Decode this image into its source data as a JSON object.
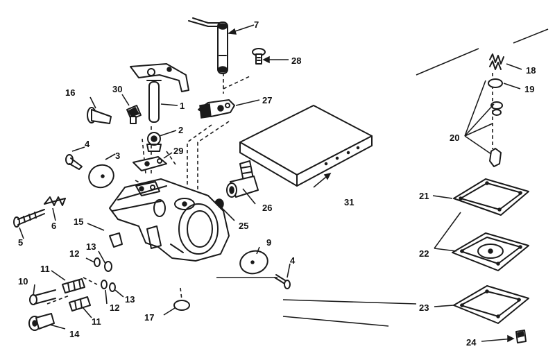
{
  "diagram": {
    "type": "exploded-parts-diagram",
    "callouts": [
      {
        "id": "p1",
        "label": "1"
      },
      {
        "id": "p2",
        "label": "2"
      },
      {
        "id": "p3",
        "label": "3"
      },
      {
        "id": "p4a",
        "label": "4"
      },
      {
        "id": "p4b",
        "label": "4"
      },
      {
        "id": "p5",
        "label": "5"
      },
      {
        "id": "p6",
        "label": "6"
      },
      {
        "id": "p7",
        "label": "7"
      },
      {
        "id": "p9",
        "label": "9"
      },
      {
        "id": "p10",
        "label": "10"
      },
      {
        "id": "p11a",
        "label": "11"
      },
      {
        "id": "p11b",
        "label": "11"
      },
      {
        "id": "p12a",
        "label": "12"
      },
      {
        "id": "p12b",
        "label": "12"
      },
      {
        "id": "p13a",
        "label": "13"
      },
      {
        "id": "p13b",
        "label": "13"
      },
      {
        "id": "p14",
        "label": "14"
      },
      {
        "id": "p15",
        "label": "15"
      },
      {
        "id": "p16",
        "label": "16"
      },
      {
        "id": "p17",
        "label": "17"
      },
      {
        "id": "p18",
        "label": "18"
      },
      {
        "id": "p19",
        "label": "19"
      },
      {
        "id": "p20",
        "label": "20"
      },
      {
        "id": "p21",
        "label": "21"
      },
      {
        "id": "p22",
        "label": "22"
      },
      {
        "id": "p23",
        "label": "23"
      },
      {
        "id": "p24",
        "label": "24"
      },
      {
        "id": "p25",
        "label": "25"
      },
      {
        "id": "p26",
        "label": "26"
      },
      {
        "id": "p27",
        "label": "27"
      },
      {
        "id": "p28",
        "label": "28"
      },
      {
        "id": "p29",
        "label": "29"
      },
      {
        "id": "p30",
        "label": "30"
      },
      {
        "id": "p31",
        "label": "31"
      }
    ]
  }
}
